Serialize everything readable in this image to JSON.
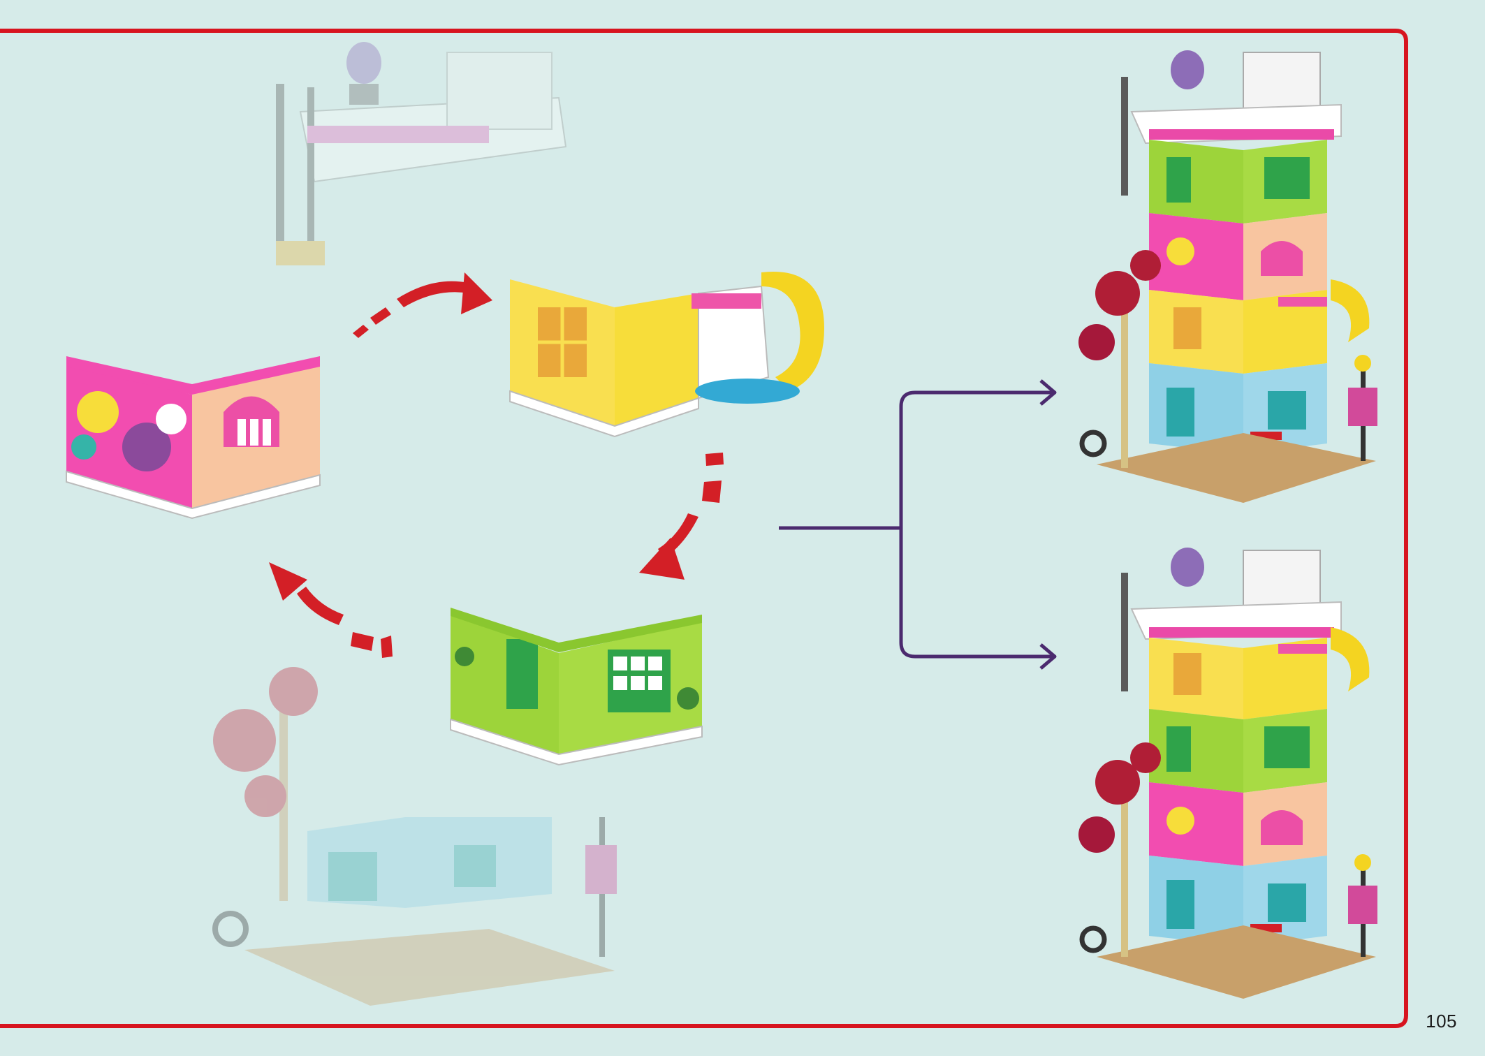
{
  "page": {
    "number": "105",
    "frame_color": "#d7141f",
    "background_color": "#d6ebe9"
  },
  "panels": {
    "faded": [
      "roof-module",
      "ground-floor-module"
    ],
    "modules": [
      "mural-floor-module",
      "cafe-floor-module",
      "green-floor-module"
    ],
    "results": [
      "tower-variant-a",
      "tower-variant-b"
    ]
  },
  "colors": {
    "arrow_red": "#d31f26",
    "branch_purple": "#4b2a6e",
    "pink": "#ea4aa8",
    "yellow": "#f7dd3a",
    "lime": "#9dd43a",
    "blue": "#8fd0e6",
    "tan": "#c8a06a"
  },
  "icons": [
    "rotate-arrow-icon",
    "branch-arrow-icon"
  ]
}
